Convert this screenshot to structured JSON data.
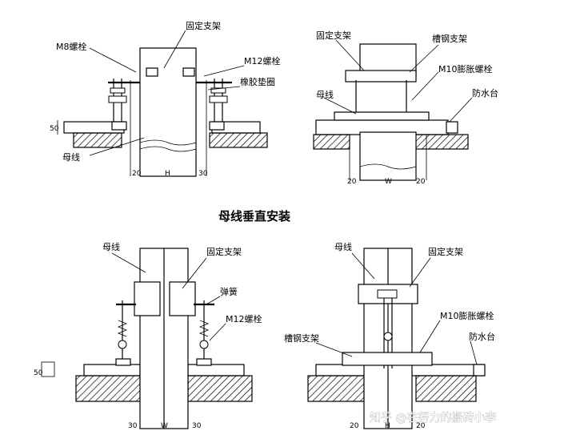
{
  "title": "母线垂直安装",
  "watermark": "知乎 @在努力的搬砖小李",
  "top_left": {
    "labels": {
      "fixed_bracket": "固定支架",
      "m8_bolt": "M8螺栓",
      "m12_bolt": "M12螺栓",
      "rubber_pad": "橡胶垫圈",
      "busbar": "母线"
    },
    "dims": {
      "left_gap": "20",
      "width": "H",
      "right_gap": "30",
      "slab": "50"
    }
  },
  "top_right": {
    "labels": {
      "fixed_bracket": "固定支架",
      "channel_bracket": "槽钢支架",
      "m10_bolt": "M10膨胀螺栓",
      "busbar": "母线",
      "water_curb": "防水台"
    },
    "dims": {
      "left_gap": "20",
      "width": "W",
      "right_gap": "20"
    }
  },
  "bottom_left": {
    "labels": {
      "busbar": "母线",
      "fixed_bracket": "固定支架",
      "spring": "弹簧",
      "m12_bolt": "M12螺栓"
    },
    "dims": {
      "slab": "50",
      "left_gap": "30",
      "width": "W",
      "right_gap": "30"
    }
  },
  "bottom_right": {
    "labels": {
      "busbar": "母线",
      "fixed_bracket": "固定支架",
      "m10_bolt": "M10膨胀螺栓",
      "channel_bracket": "槽钢支架",
      "water_curb": "防水台"
    },
    "dims": {
      "left_gap": "20",
      "width": "H",
      "right_gap": "20"
    }
  }
}
